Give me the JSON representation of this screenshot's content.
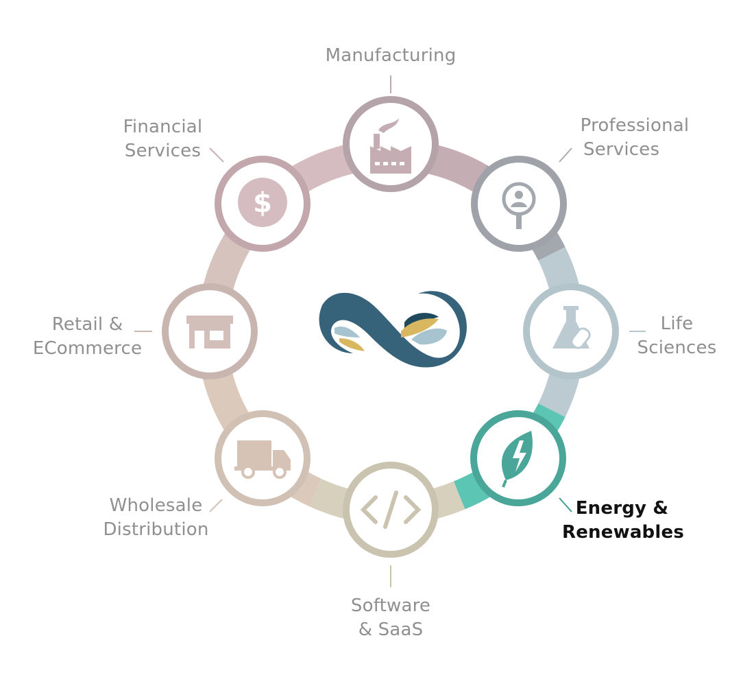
{
  "accent_colors": {
    "manufacturing": "#b4a3a8",
    "professional": "#9fa3a9",
    "life": "#b4c4cb",
    "energy": "#4aa698",
    "software": "#c9c3af",
    "wholesale": "#d1c0b4",
    "retail": "#c8b5b0",
    "financial": "#c2a7ad",
    "logo_blue": "#36627a",
    "logo_gold": "#d9b760",
    "logo_light": "#a7c3d0"
  },
  "segments": [
    {
      "id": "manufacturing",
      "line1": "Manufacturing",
      "line2": "",
      "icon": "factory-icon",
      "active": false
    },
    {
      "id": "professional",
      "line1": "Professional",
      "line2": "Services",
      "icon": "person-search-icon",
      "active": false
    },
    {
      "id": "life",
      "line1": "Life",
      "line2": "Sciences",
      "icon": "flask-icon",
      "active": false
    },
    {
      "id": "energy",
      "line1": "Energy &",
      "line2": "Renewables",
      "icon": "leaf-bolt-icon",
      "active": true
    },
    {
      "id": "software",
      "line1": "Software",
      "line2": "& SaaS",
      "icon": "code-icon",
      "active": false
    },
    {
      "id": "wholesale",
      "line1": "Wholesale",
      "line2": "Distribution",
      "icon": "truck-icon",
      "active": false
    },
    {
      "id": "retail",
      "line1": "Retail &",
      "line2": "ECommerce",
      "icon": "storefront-icon",
      "active": false
    },
    {
      "id": "financial",
      "line1": "Financial",
      "line2": "Services",
      "icon": "dollar-icon",
      "active": false
    }
  ]
}
